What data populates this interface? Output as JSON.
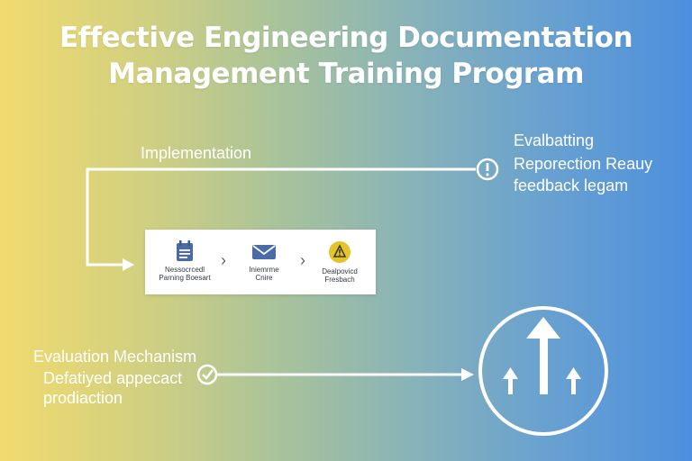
{
  "title": {
    "line1": "Effective Engineering Documentation",
    "line2": "Management Training Program"
  },
  "implementation": {
    "label": "Implementation"
  },
  "feedback": {
    "line1": "Evalbatting",
    "line2": "Reporection Reauy",
    "line3": "feedback legam"
  },
  "process_steps": [
    {
      "icon": "calendar-list-icon",
      "line1": "Nessocrcedl",
      "line2": "Parning Boesart"
    },
    {
      "icon": "envelope-icon",
      "line1": "Iniemrme",
      "line2": "Cnire"
    },
    {
      "icon": "warning-icon",
      "line1": "Dealpovicd",
      "line2": "Fresbach"
    }
  ],
  "evaluation": {
    "label": "Evaluation Mechanism",
    "line1": "Defatiyed appecact",
    "line2": "prodiaction"
  },
  "colors": {
    "gradient_left": "#f2db6e",
    "gradient_right": "#4d8fde",
    "line": "#ffffff",
    "calendar_icon": "#4a6aa8",
    "envelope_icon": "#4a6aa8",
    "warning_icon": "#e4c42a"
  }
}
